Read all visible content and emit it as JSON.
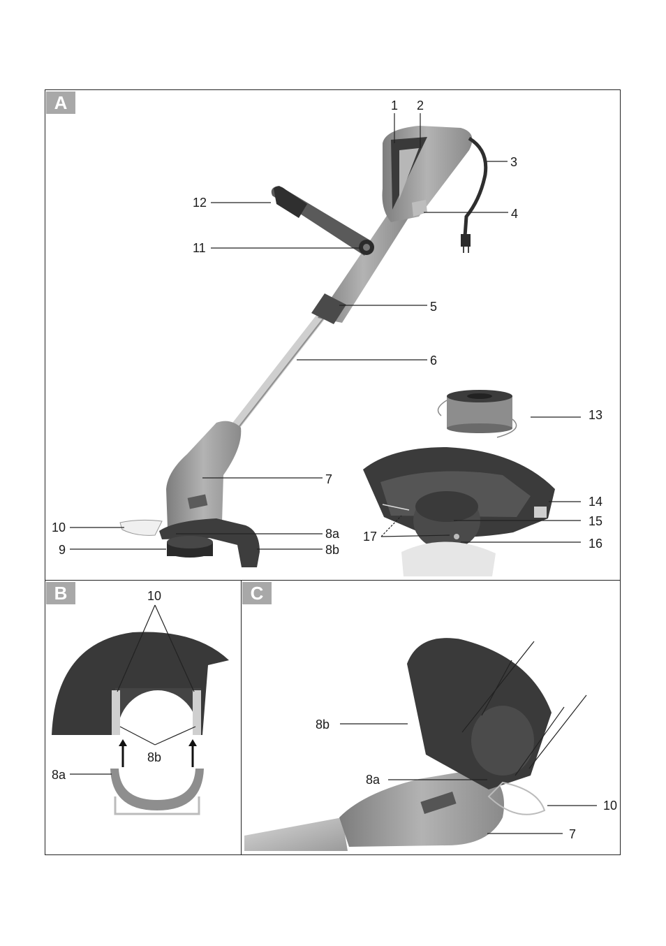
{
  "panels": {
    "a": {
      "badge": "A"
    },
    "b": {
      "badge": "B"
    },
    "c": {
      "badge": "C"
    }
  },
  "callouts_a": {
    "c1": "1",
    "c2": "2",
    "c3": "3",
    "c4": "4",
    "c5": "5",
    "c6": "6",
    "c7": "7",
    "c8a": "8a",
    "c8b": "8b",
    "c9": "9",
    "c10": "10",
    "c11": "11",
    "c12": "12",
    "c13": "13",
    "c14": "14",
    "c15": "15",
    "c16": "16",
    "c17": "17"
  },
  "callouts_b": {
    "c10": "10",
    "c8b": "8b",
    "c8a": "8a"
  },
  "callouts_c": {
    "c8b": "8b",
    "c8a": "8a",
    "c10": "10",
    "c7": "7"
  },
  "colors": {
    "frame": "#222222",
    "badge": "#a8a8a8",
    "body": "#9a9a9a",
    "dark": "#333333"
  }
}
